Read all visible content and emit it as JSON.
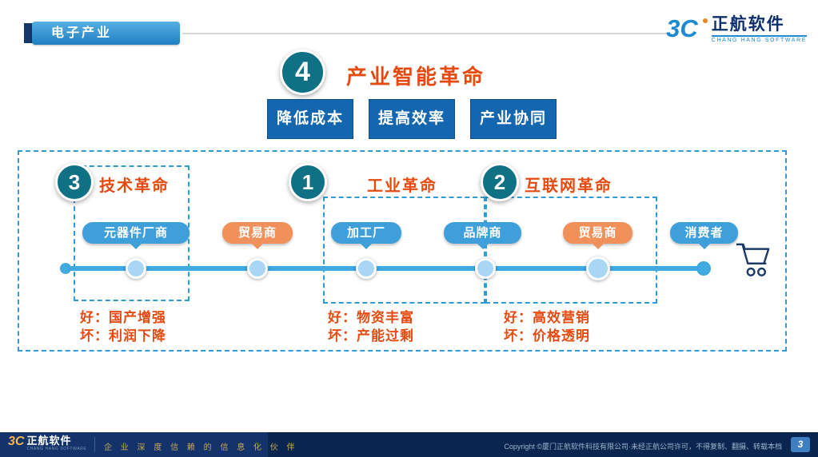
{
  "slide": {
    "header": {
      "title": "电子产业"
    },
    "brand": {
      "mark": "3C",
      "name": "正航软件",
      "subtitle": "CHANG HANG SOFTWARE"
    },
    "smart_revolution": {
      "number": "4",
      "title": "产业智能革命",
      "benefits": [
        "降低成本",
        "提高效率",
        "产业协同"
      ]
    },
    "stages": [
      {
        "number": "3",
        "title": "技术革命"
      },
      {
        "number": "1",
        "title": "工业革命"
      },
      {
        "number": "2",
        "title": "互联网革命"
      }
    ],
    "nodes": [
      {
        "label": "元器件厂商",
        "color": "blue"
      },
      {
        "label": "贸易商",
        "color": "orange"
      },
      {
        "label": "加工厂",
        "color": "blue"
      },
      {
        "label": "品牌商",
        "color": "blue"
      },
      {
        "label": "贸易商",
        "color": "orange"
      },
      {
        "label": "消费者",
        "color": "blue"
      }
    ],
    "annotations": [
      {
        "good": "好：国产增强",
        "bad": "坏：利润下降"
      },
      {
        "good": "好：物资丰富",
        "bad": "坏：产能过剩"
      },
      {
        "good": "好：高效营销",
        "bad": "坏：价格透明"
      }
    ],
    "footer": {
      "brand_mark": "3C",
      "brand_name": "正航软件",
      "brand_sub": "CHANG HANG SOFTWARE",
      "tagline": "企 业 深 度 信 赖 的 信 息 化 伙 伴",
      "copyright": "Copyright ©厦门正航软件科技有限公司·未经正航公司许可，不得复制、翻摄、转载本档",
      "page": "3"
    },
    "colors": {
      "teal_circle": "#0F7183",
      "red_text": "#E54B10",
      "blue_pill": "#3F9FDB",
      "orange_pill": "#F0915C",
      "benefit_blue": "#1467AF",
      "timeline_blue": "#3FA9E0",
      "footer_navy": "#0A2550"
    }
  }
}
